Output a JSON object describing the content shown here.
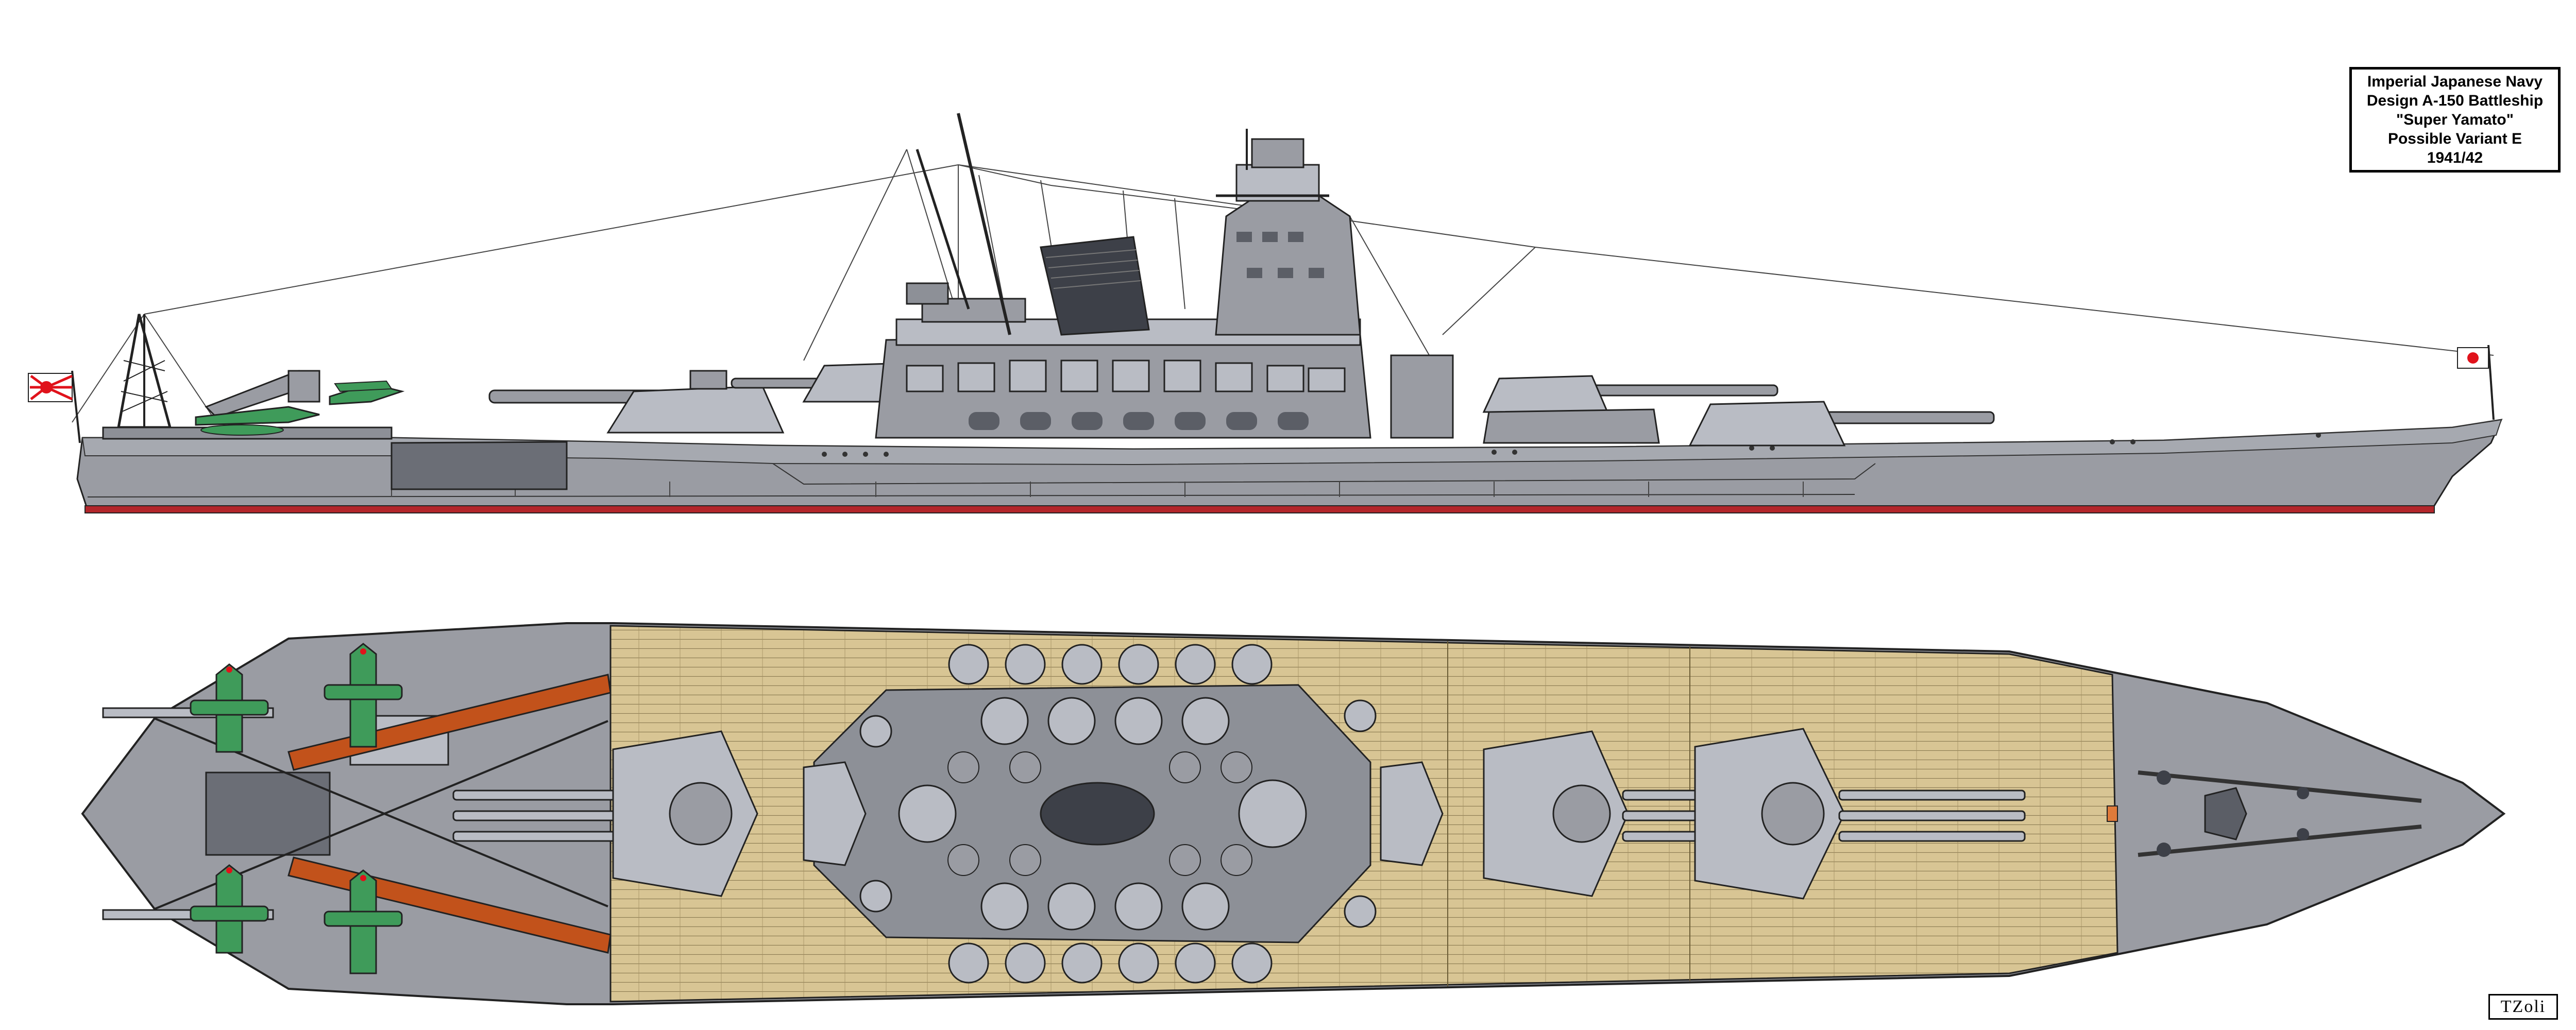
{
  "title_box": {
    "lines": [
      "Imperial Japanese Navy",
      "Design A-150 Battleship",
      "\"Super Yamato\"",
      "Possible Variant E",
      "1941/42"
    ]
  },
  "signature": "TZoli",
  "colors": {
    "hull_gray": "#9a9ca3",
    "light_gray": "#b9bcc4",
    "dark_gray": "#5b5e66",
    "deck_wood": "#d8c594",
    "boot_topping": "#b3262b",
    "aircraft_green": "#3f9b5a",
    "flag_red": "#e0121b"
  }
}
